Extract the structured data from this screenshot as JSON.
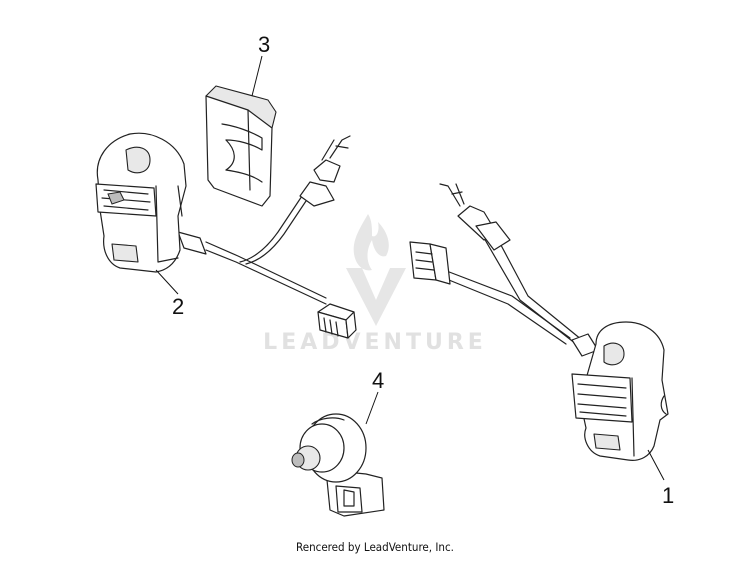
{
  "callouts": {
    "part_1": "1",
    "part_2": "2",
    "part_3": "3",
    "part_4": "4"
  },
  "watermark": {
    "text": "LEADVENTURE",
    "color": "#e1e1e1"
  },
  "caption": "Rencered by LeadVenture, Inc."
}
